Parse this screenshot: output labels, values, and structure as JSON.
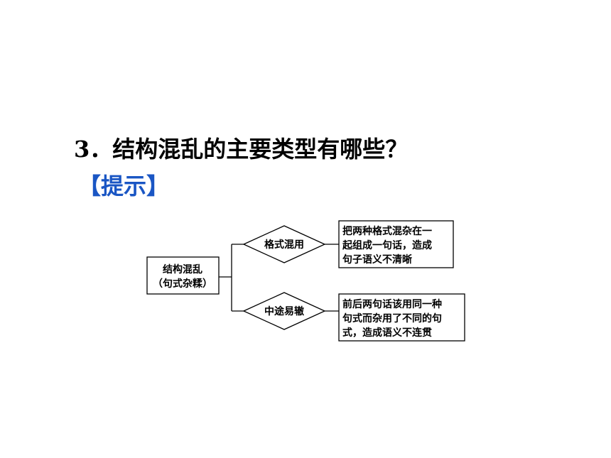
{
  "question": {
    "number": "3．",
    "text": "结构混乱的主要类型有哪些？"
  },
  "hint": {
    "label": "【提示】"
  },
  "diagram": {
    "root": {
      "line1": "结构混乱",
      "line2": "（句式杂糅）"
    },
    "branches": [
      {
        "label": "格式混用",
        "explanation": [
          "把两种格式混杂在一",
          "起组成一句话，造成",
          "句子语义不清晰"
        ]
      },
      {
        "label": "中途易辙",
        "explanation": [
          "前后两句话该用同一种",
          "句式而杂用了不同的句",
          "式，造成语义不连贯"
        ]
      }
    ]
  }
}
